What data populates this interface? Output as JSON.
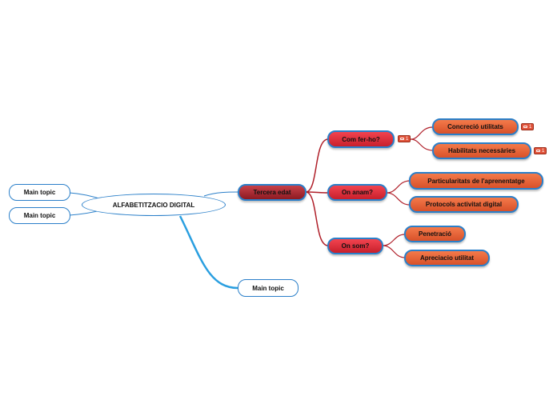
{
  "central": {
    "label": "ALFABETITZACIO DIGITAL"
  },
  "main_topics": [
    {
      "label": "Main topic"
    },
    {
      "label": "Main topic"
    },
    {
      "label": "Main topic"
    }
  ],
  "tercera_edat": {
    "label": "Tercera edat"
  },
  "subtopics": [
    {
      "label": "Com fer-ho?",
      "badge": "1"
    },
    {
      "label": "On anam?"
    },
    {
      "label": "On som?"
    }
  ],
  "leaves": [
    {
      "label": "Concreció utilitats",
      "badge": "1"
    },
    {
      "label": "Habilitats necessàries",
      "badge": "1"
    },
    {
      "label": "Particularitats de l'aprenentatge"
    },
    {
      "label": "Protocols activitat digital"
    },
    {
      "label": "Penetració"
    },
    {
      "label": "Apreciacio utilitat"
    }
  ],
  "colors": {
    "connector_blue": "#2a7fc9",
    "connector_red": "#b0202a",
    "node_red": "#e0333f",
    "node_darkred": "#a82a32",
    "node_orange": "#e8603a"
  }
}
